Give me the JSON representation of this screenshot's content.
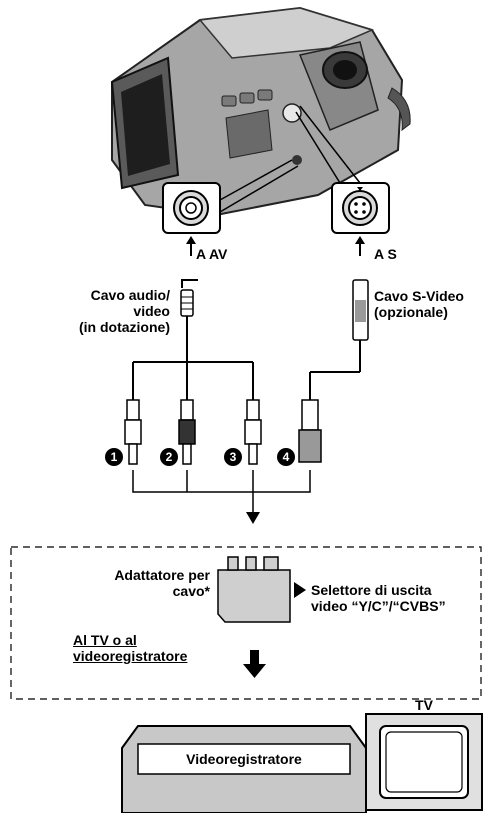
{
  "camcorder_ports": {
    "av_connector": "A AV",
    "s_connector": "A S"
  },
  "cables": {
    "av_cable": [
      "Cavo audio/",
      "video",
      "(in dotazione)"
    ],
    "svideo_cable": [
      "Cavo S-Video",
      "(opzionale)"
    ]
  },
  "plugs": [
    "1",
    "2",
    "3",
    "4"
  ],
  "tv_box": {
    "adapter": [
      "Adattatore per",
      "cavo*"
    ],
    "selector": [
      "Selettore di uscita",
      "video “Y/C”/“CVBS”"
    ],
    "destination": [
      "Al TV o al",
      "videoregistratore"
    ]
  },
  "devices": {
    "tv": "TV",
    "vcr": "Videoregistratore"
  }
}
